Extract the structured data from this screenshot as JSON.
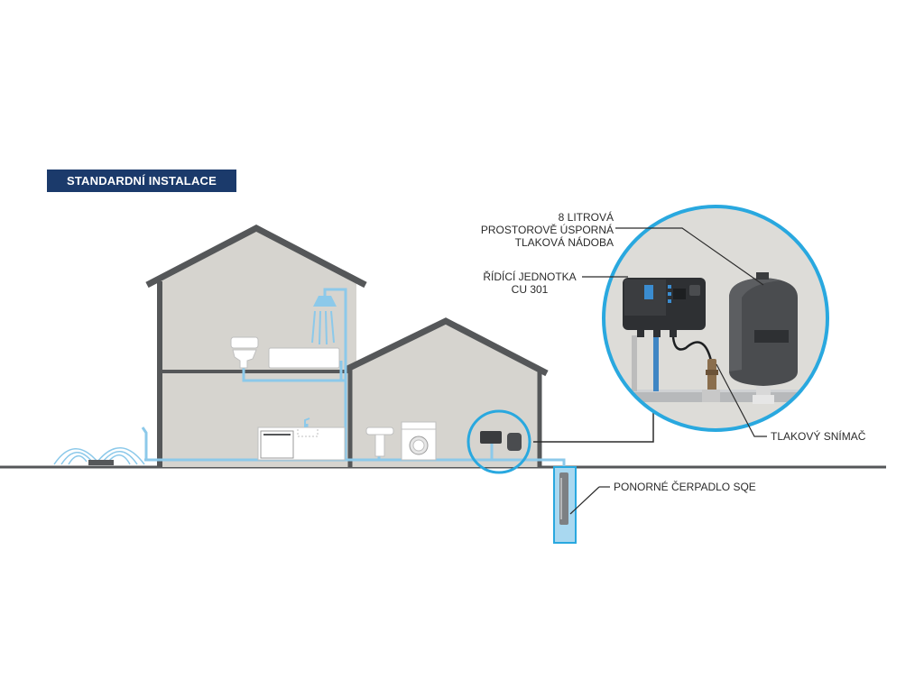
{
  "title": "STANDARDNÍ INSTALACE",
  "labels": {
    "tank_line1": "8 LITROVÁ",
    "tank_line2": "PROSTOROVĚ ÚSPORNÁ",
    "tank_line3": "TLAKOVÁ NÁDOBA",
    "control_line1": "ŘÍDÍCÍ JEDNOTKA",
    "control_line2": "CU 301",
    "sensor": "TLAKOVÝ SNÍMAČ",
    "pump": "PONORNÉ ČERPADLO SQE"
  },
  "colors": {
    "title_bg": "#1b3a6b",
    "wall": "#d6d4cf",
    "outline": "#555759",
    "pipe": "#8cc9ea",
    "circle": "#29a8df",
    "tank": "#4a4c4f",
    "ground": "#555759",
    "well_water": "#a9d8f0"
  },
  "icons": [
    "house-icon",
    "garage-icon",
    "shower-icon",
    "toilet-icon",
    "bathtub-icon",
    "kitchen-icon",
    "sink-icon",
    "washing-machine-icon",
    "sprinkler-icon",
    "control-unit-icon",
    "pressure-tank-icon",
    "pressure-sensor-icon",
    "submersible-pump-icon"
  ]
}
